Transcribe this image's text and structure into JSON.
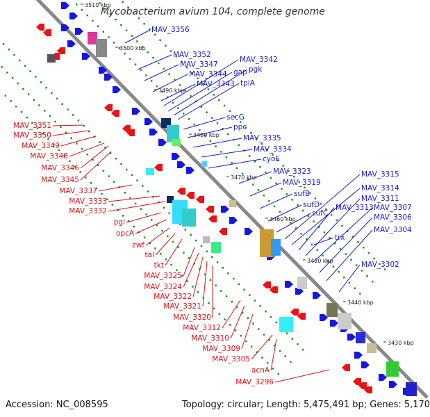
{
  "title": "Mycobacterium avium 104, complete genome",
  "footer": {
    "accession": "Accession: NC_008595",
    "summary": "Topology: circular; Length: 5,475,491 bp; Genes: 5,170"
  },
  "colors": {
    "forward_label": "#1a1acc",
    "reverse_label": "#dd1111",
    "forward_gene": "#1515e8",
    "reverse_gene": "#ee1111",
    "backbone": "#888888"
  },
  "ticks": [
    "3510 kbp",
    "3500 kbp",
    "3490 kbp",
    "3480 kbp",
    "3470 kbp",
    "3460 kbp",
    "3450 kbp",
    "3440 kbp",
    "3430 kbp"
  ],
  "forward_labels": [
    "MAV_3356",
    "MAV_3352",
    "MAV_3347",
    "MAV_3344",
    "MAV_3343",
    "MAV_3342",
    "gap",
    "pgk",
    "tpiA",
    "secG",
    "ppc",
    "MAV_3335",
    "MAV_3334",
    "cyoE",
    "MAV_3323",
    "MAV_3319",
    "sufB",
    "sufD",
    "sufC",
    "MAV_3315",
    "MAV_3314",
    "MAV_3313",
    "MAV_3311",
    "MAV_3307",
    "MAV_3306",
    "MAV_3304",
    "trx",
    "MAV_3302"
  ],
  "reverse_labels": [
    "MAV_3351",
    "MAV_3350",
    "MAV_3349",
    "MAV_3348",
    "MAV_3346",
    "MAV_3345",
    "MAV_3337",
    "MAV_3333",
    "MAV_3332",
    "pgl",
    "opcA",
    "zwf",
    "tal",
    "tkt",
    "MAV_3325",
    "MAV_3324",
    "MAV_3322",
    "MAV_3321",
    "MAV_3320",
    "MAV_3312",
    "MAV_3310",
    "MAV_3309",
    "MAV_3305",
    "acnA",
    "MAV_3296"
  ]
}
